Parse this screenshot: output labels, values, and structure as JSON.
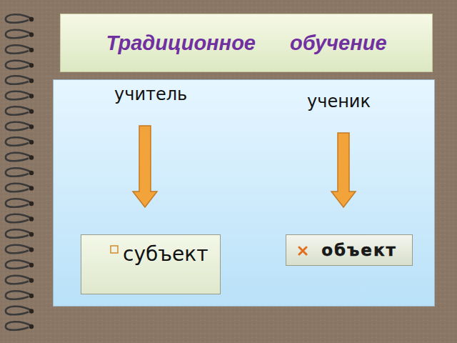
{
  "diagram": {
    "title": "Традиционное обучение",
    "nodes": [
      {
        "text": [
          "учитель"
        ]
      },
      {
        "text": [
          "ученик"
        ]
      },
      {
        "text": [
          "субъект"
        ]
      },
      {
        "text": [
          "объект"
        ]
      }
    ],
    "edges": [
      {
        "from": 0,
        "to": 2,
        "arrow": "to"
      },
      {
        "from": 1,
        "to": 3,
        "arrow": "to"
      }
    ]
  }
}
